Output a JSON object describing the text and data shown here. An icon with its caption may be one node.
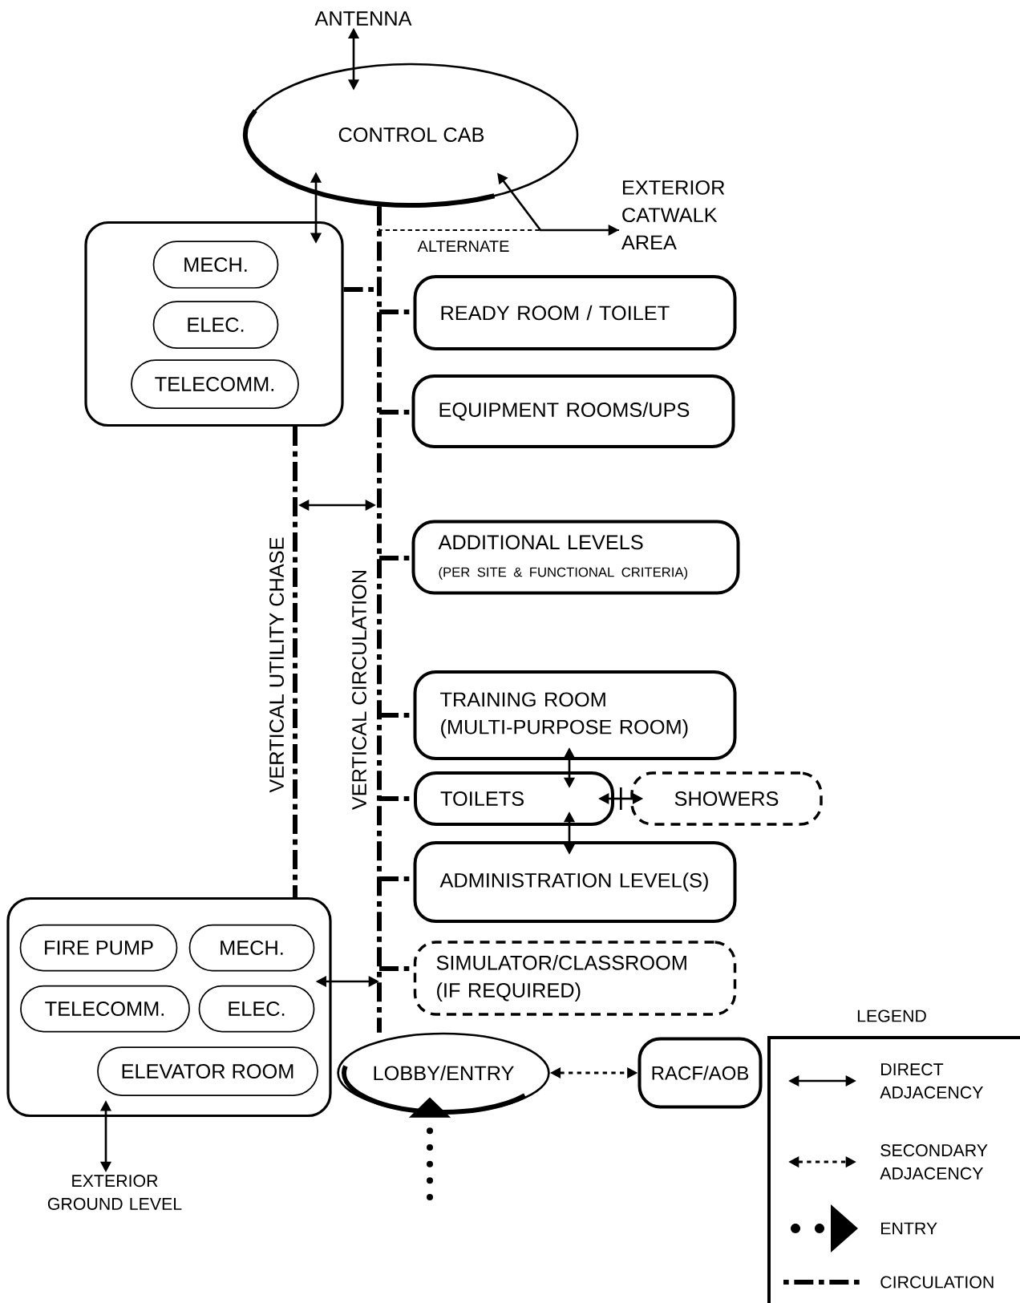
{
  "diagram": {
    "nodes": [
      {
        "text": [
          "ANTENNA"
        ]
      },
      {
        "text": [
          "CONTROL CAB"
        ]
      },
      {
        "text": [
          "EXTERIOR CATWALK AREA"
        ]
      },
      {
        "text": [],
        "shape": "box"
      },
      {
        "text": [
          "MECH."
        ],
        "in": 3
      },
      {
        "text": [
          "ELEC."
        ],
        "in": 3
      },
      {
        "text": [
          "TELECOMM."
        ],
        "in": 3
      },
      {
        "text": [
          "READY ROOM / TOILET"
        ]
      },
      {
        "text": [
          "EQUIPMENT ROOMS/UPS"
        ]
      },
      {
        "text": [
          "ADDITIONAL LEVELS",
          "(PER SITE & FUNCTIONAL CRITERIA)"
        ]
      },
      {
        "text": [
          "TRAINING ROOM (MULTI-PURPOSE ROOM)"
        ]
      },
      {
        "text": [
          "TOILETS"
        ]
      },
      {
        "text": [
          "SHOWERS"
        ]
      },
      {
        "text": [
          "ADMINISTRATION LEVEL(S)"
        ]
      },
      {
        "text": [
          "SIMULATOR/CLASSROOM (IF REQUIRED)"
        ]
      },
      {
        "text": [],
        "shape": "box"
      },
      {
        "text": [
          "FIRE PUMP"
        ],
        "in": 15
      },
      {
        "text": [
          "MECH."
        ],
        "in": 15
      },
      {
        "text": [
          "TELECOMM."
        ],
        "in": 15
      },
      {
        "text": [
          "ELEC."
        ],
        "in": 15
      },
      {
        "text": [
          "ELEVATOR ROOM"
        ],
        "in": 15
      },
      {
        "text": [
          "EXTERIOR GROUND LEVEL"
        ]
      },
      {
        "text": [
          "LOBBY/ENTRY"
        ]
      },
      {
        "text": [
          "RACF/AOB"
        ]
      }
    ],
    "edges": [
      {
        "from": 0,
        "to": 1,
        "arrow": "both"
      },
      {
        "from": 1,
        "to": 3,
        "arrow": "both"
      },
      {
        "from": 1,
        "to": 2,
        "arrow": "both"
      },
      {
        "from": 1,
        "to": 2,
        "arrow": "none",
        "style": "dashed",
        "label": "ALTERNATE"
      },
      {
        "from": 1,
        "to": 22,
        "arrow": "none",
        "style": "dashed",
        "label": "VERTICAL CIRCULATION"
      },
      {
        "from": 3,
        "to": 15,
        "arrow": "none",
        "style": "dashed",
        "label": "VERTICAL UTILITY CHASE"
      },
      {
        "from": 3,
        "to": null,
        "arrow": "none",
        "style": "dashed"
      },
      {
        "from": null,
        "to": 7,
        "arrow": "none",
        "style": "dashed"
      },
      {
        "from": null,
        "to": 8,
        "arrow": "none",
        "style": "dashed"
      },
      {
        "from": null,
        "to": 9,
        "arrow": "none",
        "style": "dashed"
      },
      {
        "from": null,
        "to": 10,
        "arrow": "none",
        "style": "dashed"
      },
      {
        "from": null,
        "to": 11,
        "arrow": "none",
        "style": "dashed"
      },
      {
        "from": null,
        "to": 13,
        "arrow": "none",
        "style": "dashed"
      },
      {
        "from": null,
        "to": 14,
        "arrow": "none",
        "style": "dashed"
      },
      {
        "from": 10,
        "to": 11,
        "arrow": "both"
      },
      {
        "from": 11,
        "to": 13,
        "arrow": "both"
      },
      {
        "from": 11,
        "to": 12,
        "arrow": "both"
      },
      {
        "from": 15,
        "to": null,
        "arrow": "both"
      },
      {
        "from": 15,
        "to": 21,
        "arrow": "both"
      },
      {
        "from": 22,
        "to": 23,
        "arrow": "both",
        "style": "dashed"
      },
      {
        "from": null,
        "to": 22,
        "arrow": "to",
        "style": "dashed"
      }
    ],
    "labels": [
      "LEGEND"
    ],
    "legend": [
      {
        "text": "DIRECT ADJACENCY"
      },
      {
        "text": "SECONDARY ADJACENCY"
      },
      {
        "text": "ENTRY"
      },
      {
        "text": "CIRCULATION"
      }
    ]
  }
}
